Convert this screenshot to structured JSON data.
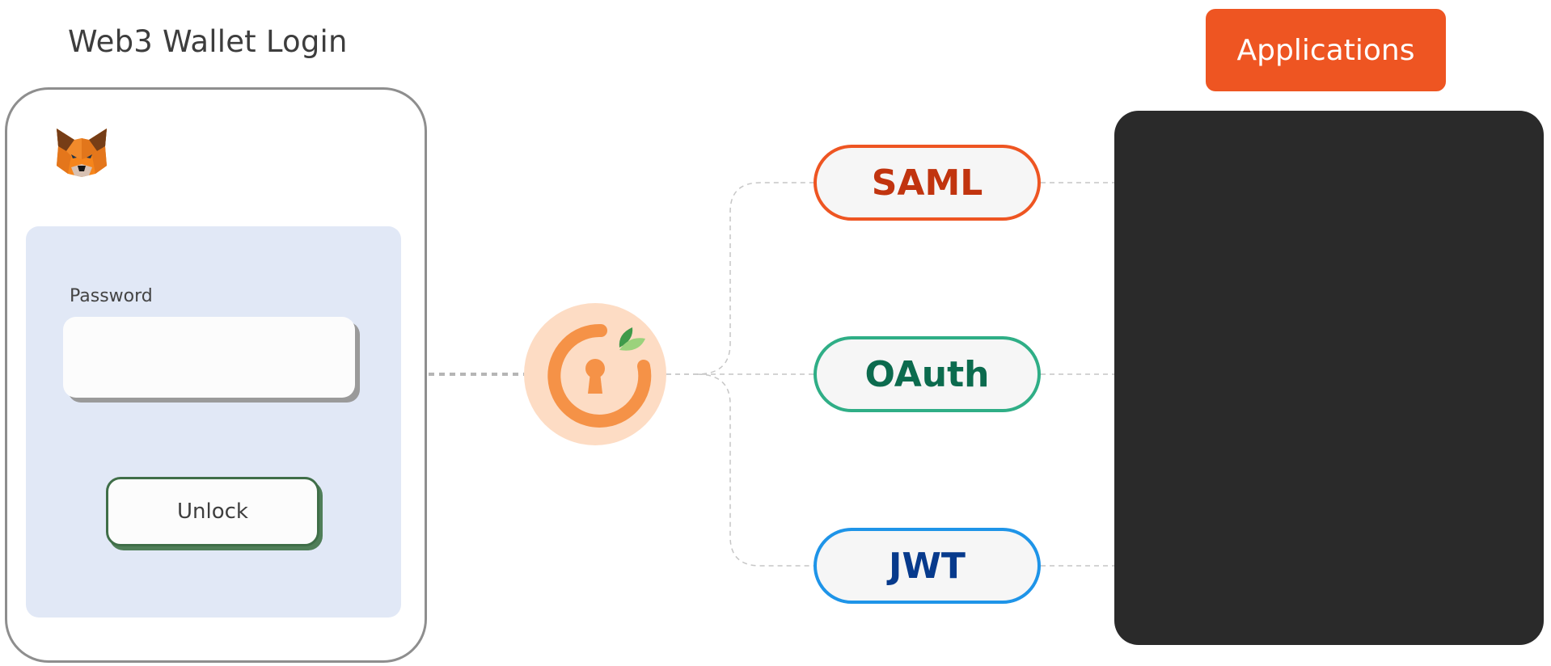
{
  "diagram": {
    "title": "Web3 Wallet Login",
    "wallet_card": {
      "wallet_icon": "metamask-fox-icon",
      "password_label": "Password",
      "password_value": "",
      "unlock_button": "Unlock"
    },
    "hub": {
      "icon": "keyhole-power-leaf-logo-icon"
    },
    "protocols": [
      {
        "label": "SAML",
        "border_color": "#ee5522",
        "text_color": "#c1340f"
      },
      {
        "label": "OAuth",
        "border_color": "#2fae86",
        "text_color": "#0c6b4e"
      },
      {
        "label": "JWT",
        "border_color": "#1e94e8",
        "text_color": "#073a8c"
      }
    ],
    "applications": {
      "label": "Applications",
      "accent_color": "#ee5522",
      "panel_color": "#2a2a2a"
    }
  }
}
